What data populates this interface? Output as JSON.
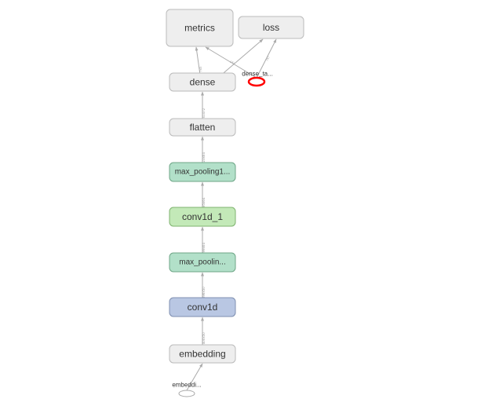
{
  "graph": {
    "nodes": [
      {
        "id": "metrics",
        "label": "metrics",
        "fill": "#eeeeee",
        "stroke": "#bbbbbb"
      },
      {
        "id": "loss",
        "label": "loss",
        "fill": "#eeeeee",
        "stroke": "#bbbbbb"
      },
      {
        "id": "dense",
        "label": "dense",
        "fill": "#eeeeee",
        "stroke": "#bbbbbb"
      },
      {
        "id": "flatten",
        "label": "flatten",
        "fill": "#eeeeee",
        "stroke": "#bbbbbb"
      },
      {
        "id": "max_pooling1d_1",
        "label": "max_pooling1...",
        "fill": "#b2e0c9",
        "stroke": "#6fa687"
      },
      {
        "id": "conv1d_1",
        "label": "conv1d_1",
        "fill": "#c3e9b8",
        "stroke": "#7fb36f"
      },
      {
        "id": "max_pooling1d",
        "label": "max_poolin...",
        "fill": "#b2e0c9",
        "stroke": "#6fa687"
      },
      {
        "id": "conv1d",
        "label": "conv1d",
        "fill": "#b9c7e3",
        "stroke": "#7f8fb0"
      },
      {
        "id": "embedding",
        "label": "embedding",
        "fill": "#eeeeee",
        "stroke": "#bbbbbb"
      }
    ],
    "inputs": [
      {
        "id": "dense_target",
        "label": "dense_ta...",
        "stroke": "#ff0000"
      },
      {
        "id": "embedding_input",
        "label": "embeddi...",
        "stroke": "#aaaaaa"
      }
    ],
    "edges": [
      {
        "from": "embedding_input",
        "to": "embedding",
        "label": ""
      },
      {
        "from": "embedding",
        "to": "conv1d",
        "label": "?x400x50"
      },
      {
        "from": "conv1d",
        "to": "max_pooling1d",
        "label": "?x396x50"
      },
      {
        "from": "max_pooling1d",
        "to": "conv1d_1",
        "label": "?x99x64"
      },
      {
        "from": "conv1d_1",
        "to": "max_pooling1d_1",
        "label": "?x95x64"
      },
      {
        "from": "max_pooling1d_1",
        "to": "flatten",
        "label": "?x23x64"
      },
      {
        "from": "flatten",
        "to": "dense",
        "label": "?x1472"
      },
      {
        "from": "dense",
        "to": "metrics",
        "label": "?x5"
      },
      {
        "from": "dense",
        "to": "loss",
        "label": ""
      },
      {
        "from": "dense_target",
        "to": "metrics",
        "label": "?x?"
      },
      {
        "from": "dense_target",
        "to": "loss",
        "label": "?x?"
      }
    ],
    "edge_color": "#aaaaaa"
  }
}
